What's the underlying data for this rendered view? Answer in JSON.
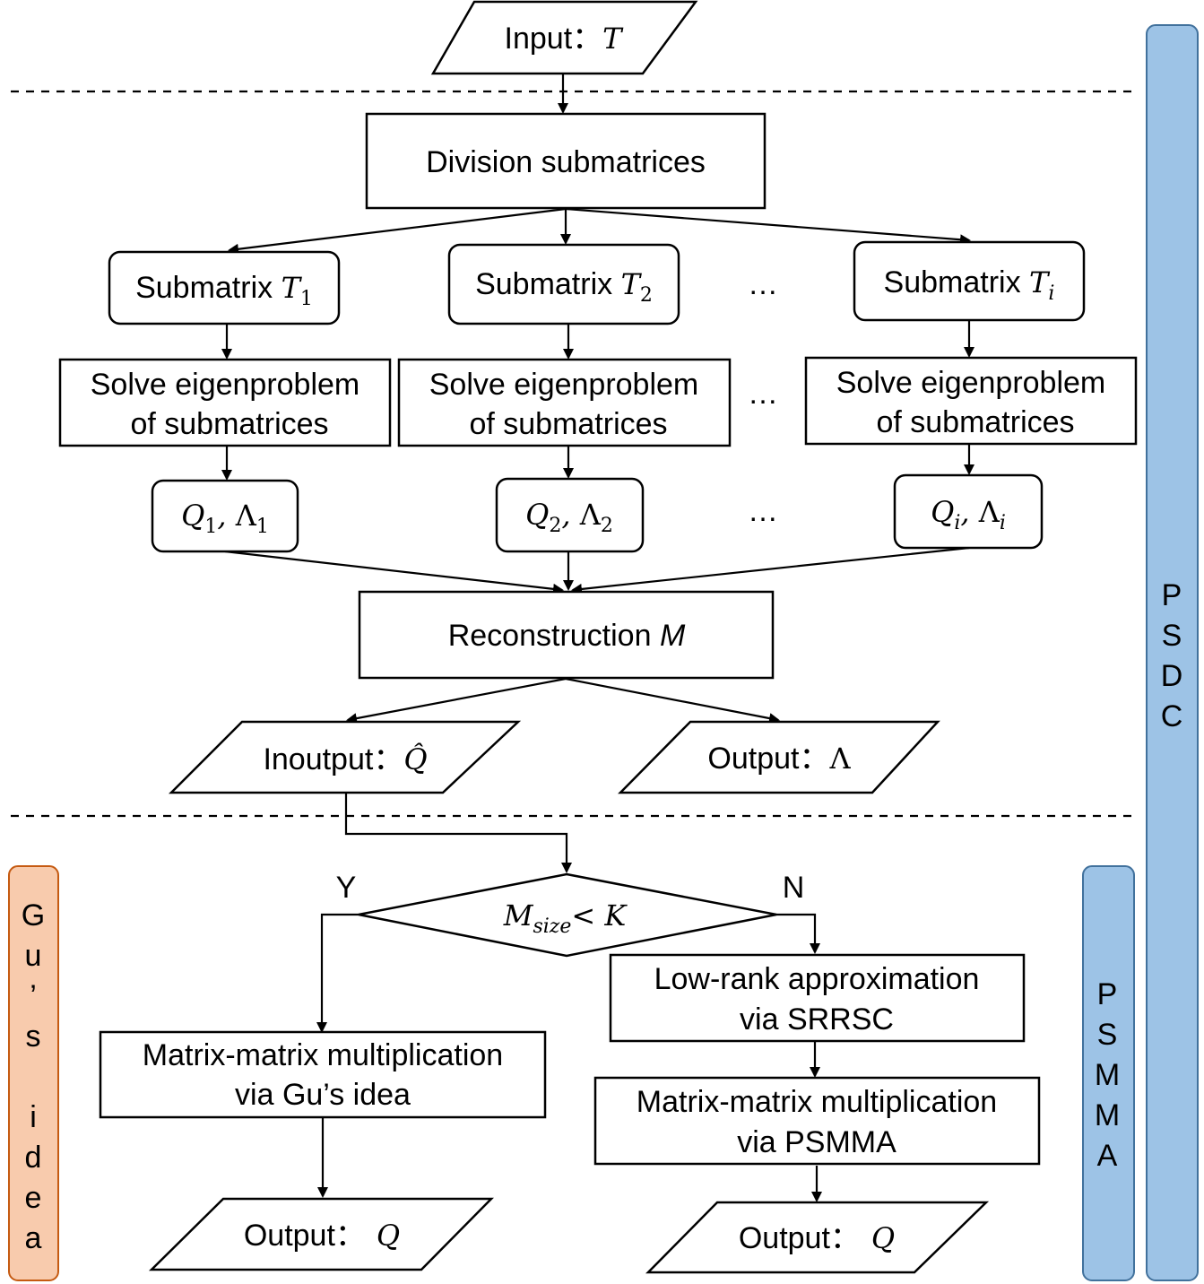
{
  "nodes": {
    "input": {
      "label": "Input：",
      "var": "T"
    },
    "division": {
      "label": "Division submatrices"
    },
    "submatrices": [
      {
        "label": "Submatrix ",
        "var": "T",
        "sub": "1",
        "sub_italic": false
      },
      {
        "label": "Submatrix ",
        "var": "T",
        "sub": "2",
        "sub_italic": false
      },
      {
        "label": "Submatrix ",
        "var": "T",
        "sub": "i",
        "sub_italic": true
      }
    ],
    "solve": [
      {
        "line1": "Solve eigenproblem",
        "line2": "of submatrices"
      },
      {
        "line1": "Solve eigenproblem",
        "line2": "of submatrices"
      },
      {
        "line1": "Solve eigenproblem",
        "line2": "of submatrices"
      }
    ],
    "results": [
      {
        "q": "Q",
        "lambda": "Λ",
        "sub": "1",
        "sub_italic": false,
        "sep": ", "
      },
      {
        "q": "Q",
        "lambda": "Λ",
        "sub": "2",
        "sub_italic": false,
        "sep": ", "
      },
      {
        "q": "Q",
        "lambda": "Λ",
        "sub": "i",
        "sub_italic": true,
        "sep": ", "
      }
    ],
    "ellipsis": "…",
    "reconstruction": {
      "label": "Reconstruction ",
      "var": "M"
    },
    "inoutput": {
      "label": "Inoutput：",
      "var": "Q̂"
    },
    "output_lambda": {
      "label": "Output：",
      "var": "Λ"
    },
    "decision": {
      "var": "M",
      "sub": "size",
      "op": "< ",
      "rhs": "K",
      "yes": "Y",
      "no": "N"
    },
    "gu_mult": {
      "line1": "Matrix-matrix multiplication",
      "line2": "via Gu’s idea"
    },
    "lowrank": {
      "line1": "Low-rank approximation",
      "line2": "via SRRSC"
    },
    "psmma_mult": {
      "line1": "Matrix-matrix multiplication",
      "line2": "via PSMMA"
    },
    "output_q_left": {
      "label": "Output：",
      "var": "Q"
    },
    "output_q_right": {
      "label": "Output：",
      "var": "Q"
    }
  },
  "bands": {
    "psdc": {
      "label": "PSDC",
      "color": "#9dc3e6"
    },
    "psmma": {
      "label": "PSMMA",
      "color": "#9dc3e6"
    },
    "gu": {
      "label": "Gu’s idea",
      "color": "#f8cbad"
    }
  }
}
